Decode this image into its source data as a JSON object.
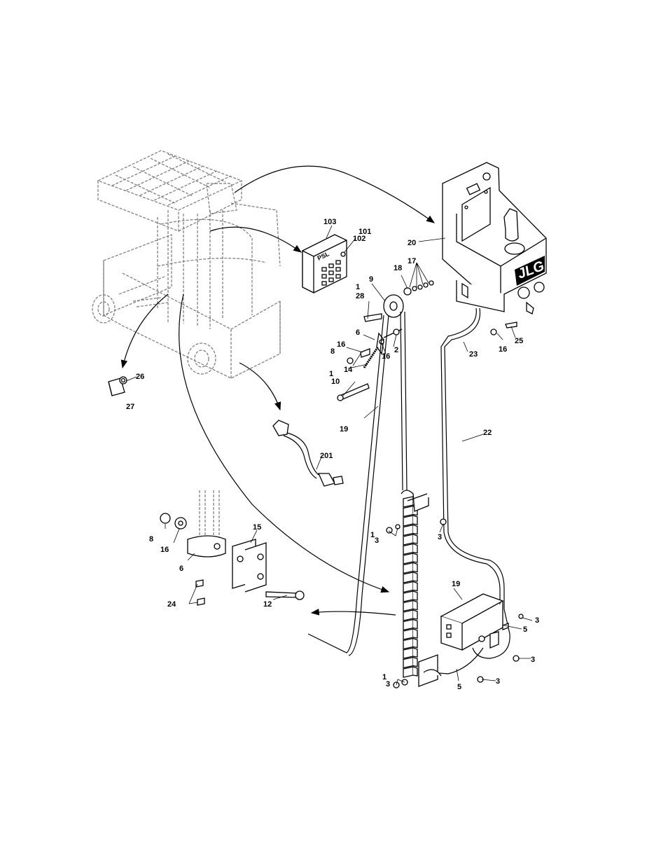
{
  "diagram": {
    "brand_logo": "JLG",
    "keypad_label": "PSL",
    "callouts": {
      "c103": "103",
      "c101": "101",
      "c102": "102",
      "c20": "20",
      "c17": "17",
      "c18": "18",
      "c9": "9",
      "c1a": "1",
      "c28": "28",
      "c6a": "6",
      "c16a": "16",
      "c2": "2",
      "c8a": "8",
      "c16b": "16",
      "c14": "14",
      "c1b": "1",
      "c10": "10",
      "c16c": "16",
      "c25": "25",
      "c23": "23",
      "c26": "26",
      "c27": "27",
      "c19a": "19",
      "c22": "22",
      "c201": "201",
      "c15": "15",
      "c8b": "8",
      "c16d": "16",
      "c6b": "6",
      "c24": "24",
      "c12": "12",
      "c1c": "1",
      "c3a": "3",
      "c3b": "3",
      "c19b": "19",
      "c3c": "3",
      "c5a": "5",
      "c3d": "3",
      "c3e": "3",
      "c5b": "5",
      "c1d": "1",
      "c3f": "3"
    }
  }
}
